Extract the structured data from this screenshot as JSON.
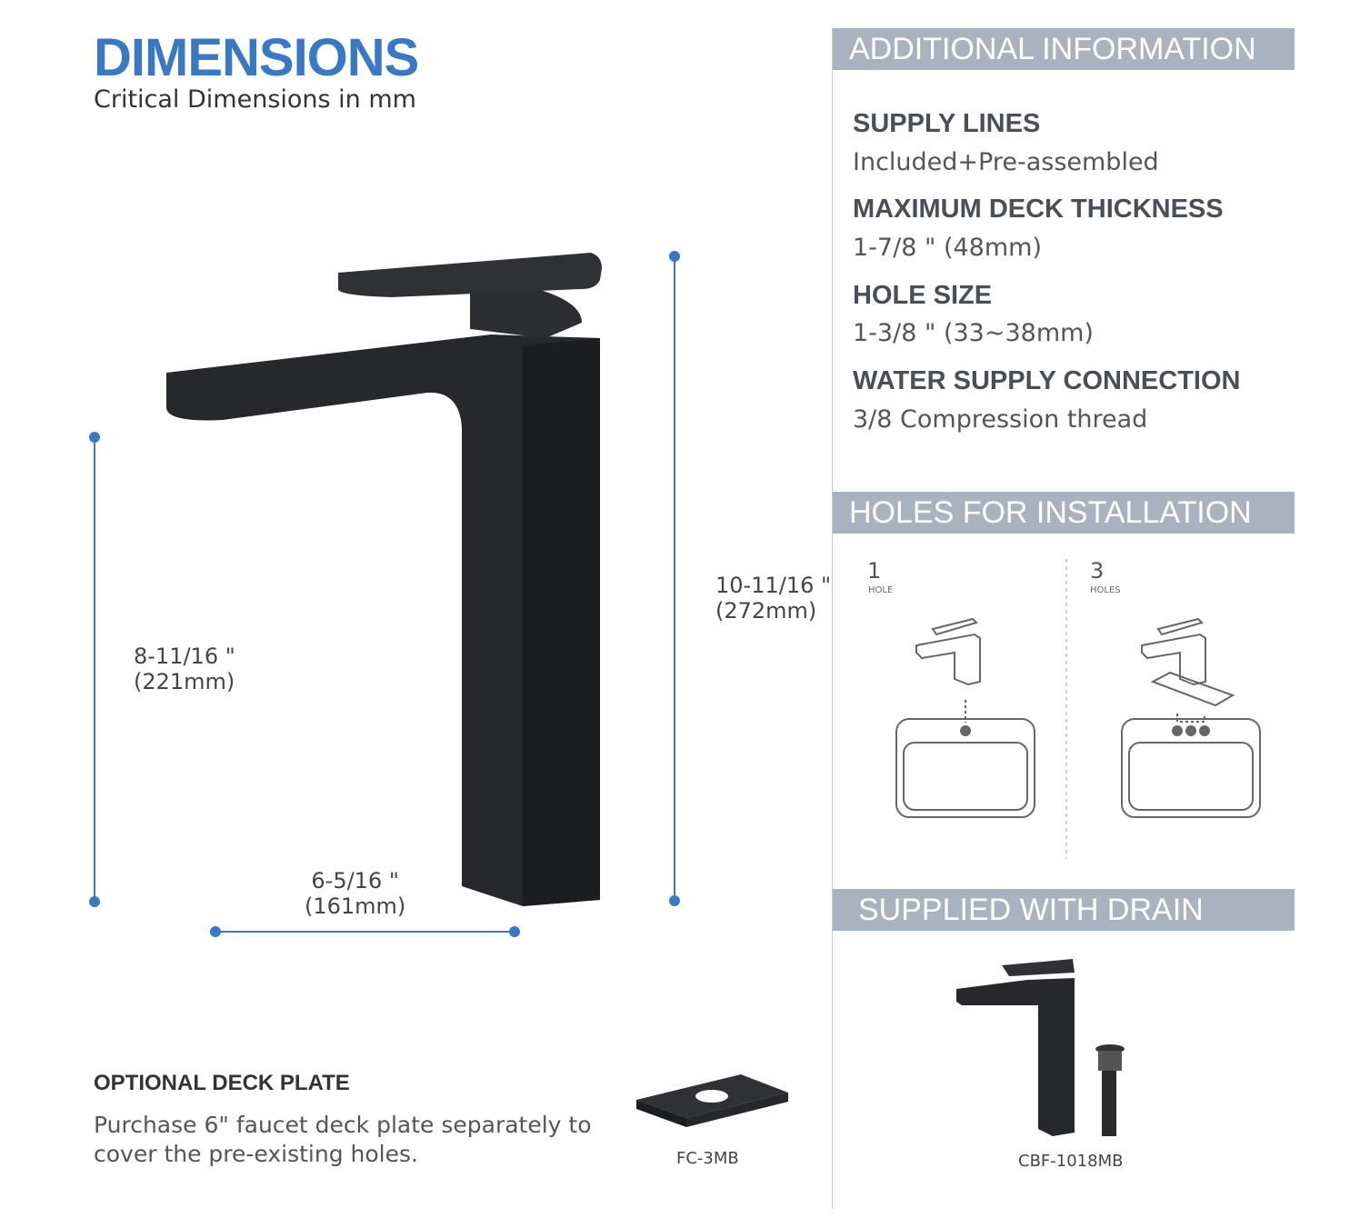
{
  "dimensions": {
    "title": "DIMENSIONS",
    "subtitle": "Critical Dimensions in mm",
    "spout_height": {
      "inch": "8-11/16 \"",
      "mm": "(221mm)"
    },
    "total_height": {
      "inch": "10-11/16 \"",
      "mm": "(272mm)"
    },
    "spout_reach": {
      "inch": "6-5/16 \"",
      "mm": "(161mm)"
    },
    "accent_color": "#3b78c3"
  },
  "additional_info": {
    "header": "ADDITIONAL INFORMATION",
    "specs": [
      {
        "label": "SUPPLY LINES",
        "value": "Included+Pre-assembled"
      },
      {
        "label": "MAXIMUM DECK THICKNESS",
        "value": "1-7/8 \" (48mm)"
      },
      {
        "label": "HOLE SIZE",
        "value": "1-3/8 \" (33~38mm)"
      },
      {
        "label": "WATER SUPPLY CONNECTION",
        "value": "3/8 Compression thread"
      }
    ]
  },
  "holes": {
    "header": "HOLES FOR INSTALLATION",
    "options": [
      {
        "number": "1",
        "label": "HOLE"
      },
      {
        "number": "3",
        "label": "HOLES"
      }
    ]
  },
  "drain": {
    "header": "SUPPLIED WITH DRAIN",
    "model": "CBF-1018MB"
  },
  "deck_plate": {
    "title": "OPTIONAL DECK PLATE",
    "text": "Purchase 6\" faucet deck plate separately to cover the pre-existing holes.",
    "model": "FC-3MB"
  },
  "header_bar_color": "#a9b3bf"
}
